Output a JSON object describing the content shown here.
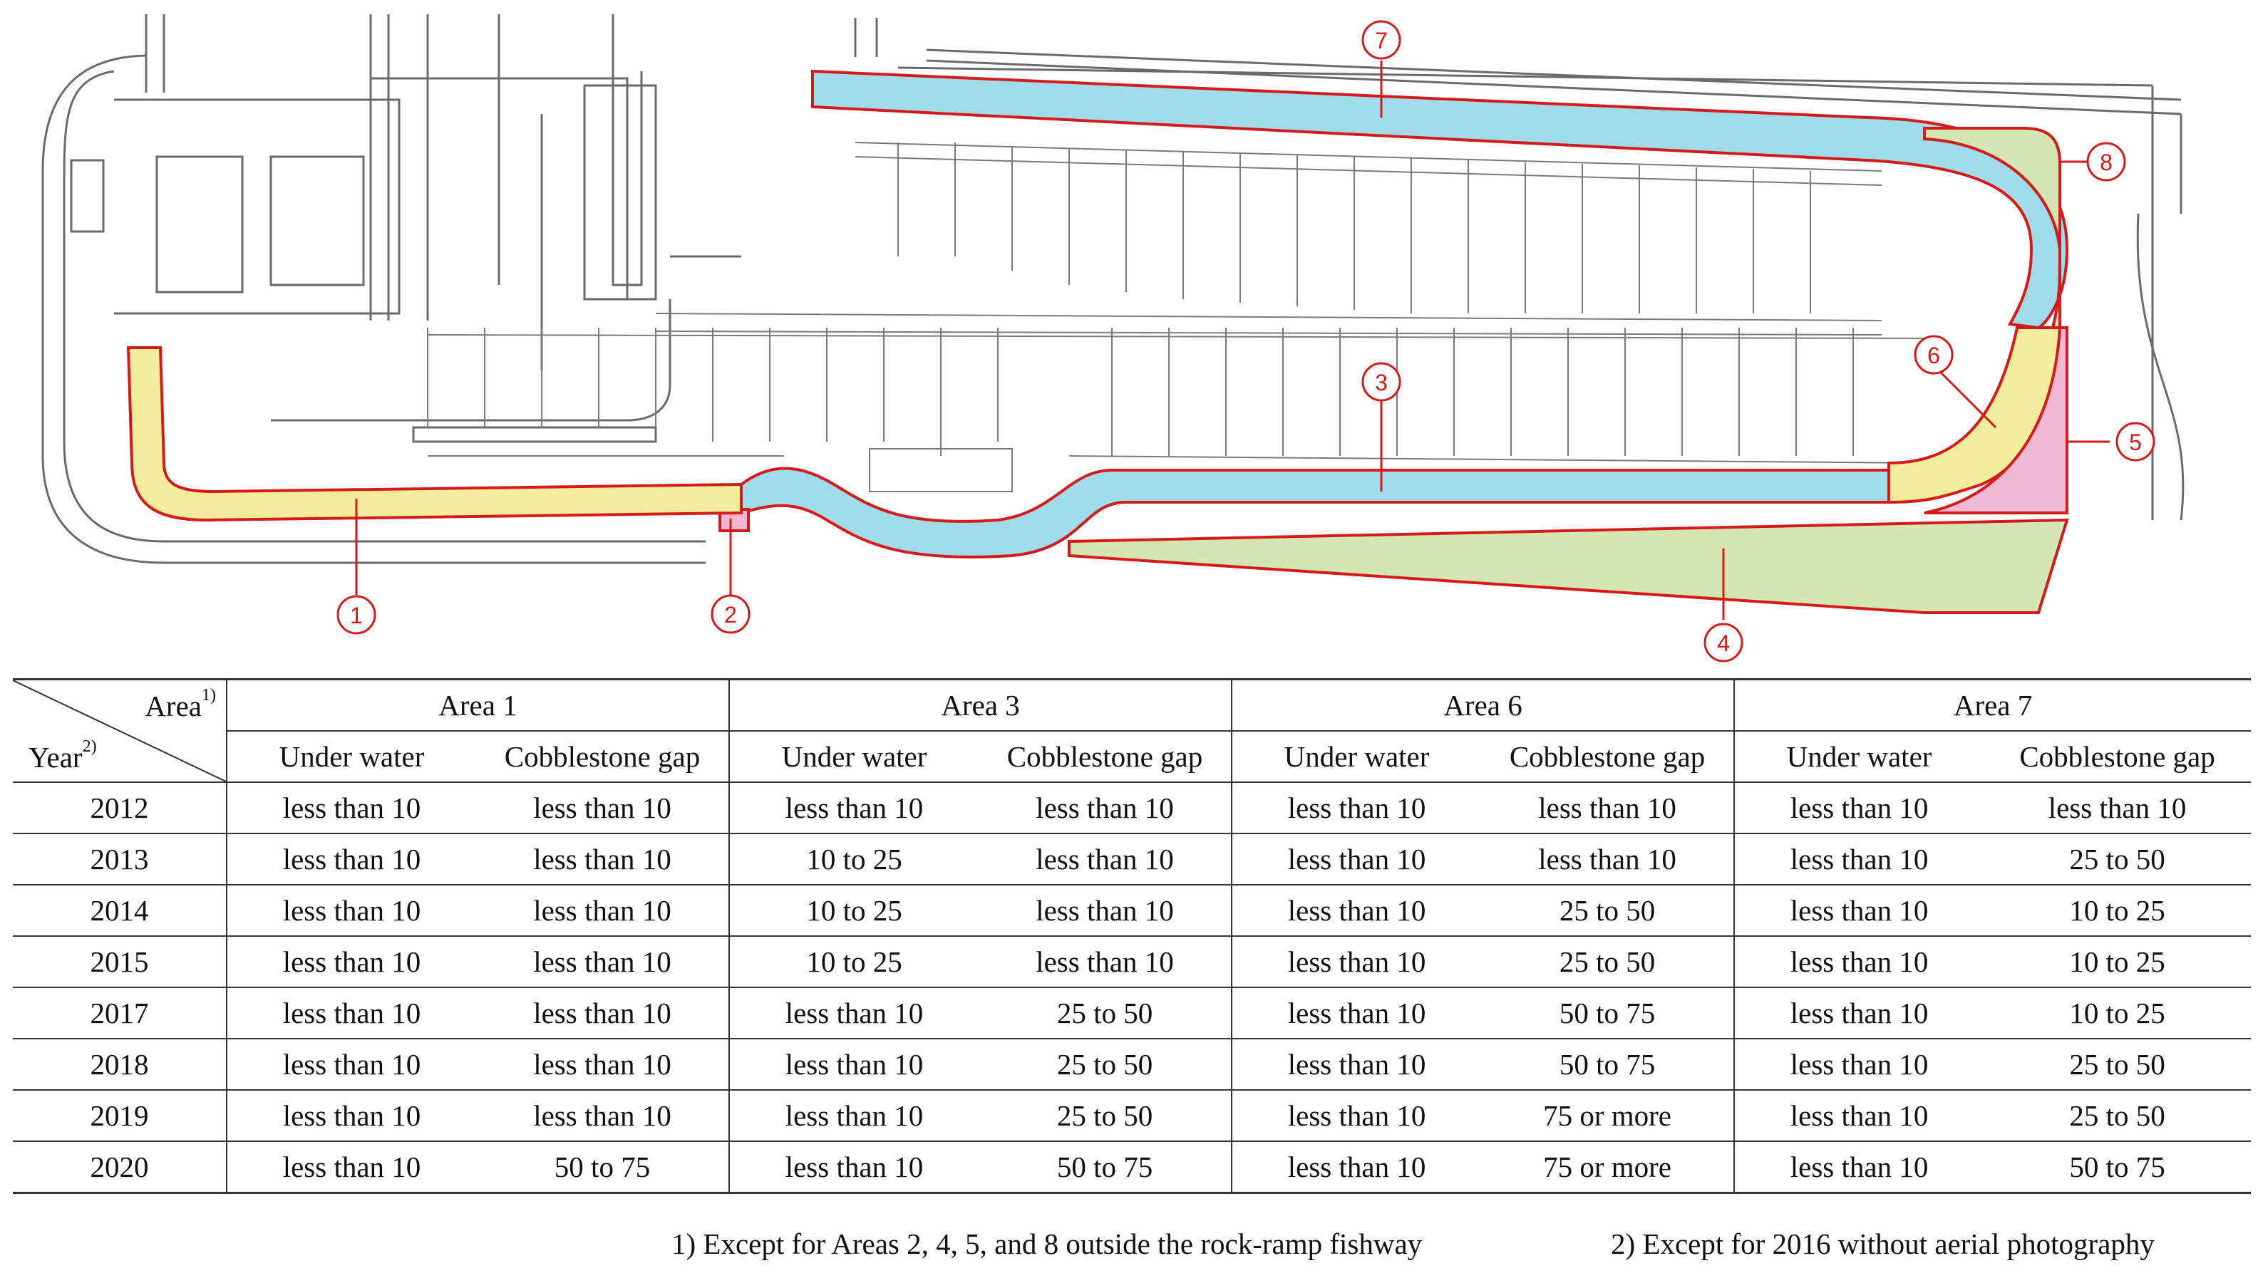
{
  "markers": [
    "1",
    "2",
    "3",
    "4",
    "5",
    "6",
    "7",
    "8"
  ],
  "colors": {
    "boundary_red": "#d41a1a",
    "area_yellow": "#f3ec9a",
    "area_blue": "#9fdbe9",
    "area_green": "#d3e6b4",
    "area_pink": "#f4b9d2",
    "line_gray": "#6a6a6a"
  },
  "table": {
    "corner_area_label": "Area",
    "corner_area_sup": "1)",
    "corner_year_label": "Year",
    "corner_year_sup": "2)",
    "areas": [
      "Area 1",
      "Area 3",
      "Area 6",
      "Area 7"
    ],
    "subheaders": [
      "Under water",
      "Cobblestone gap"
    ],
    "rows": [
      {
        "year": "2012",
        "cells": [
          "less than 10",
          "less than 10",
          "less than 10",
          "less than 10",
          "less than 10",
          "less than 10",
          "less than 10",
          "less than 10"
        ]
      },
      {
        "year": "2013",
        "cells": [
          "less than 10",
          "less than 10",
          "10 to 25",
          "less than 10",
          "less than 10",
          "less than 10",
          "less than 10",
          "25 to 50"
        ]
      },
      {
        "year": "2014",
        "cells": [
          "less than 10",
          "less than 10",
          "10 to 25",
          "less than 10",
          "less than 10",
          "25 to 50",
          "less than 10",
          "10 to 25"
        ]
      },
      {
        "year": "2015",
        "cells": [
          "less than 10",
          "less than 10",
          "10 to 25",
          "less than 10",
          "less than 10",
          "25 to 50",
          "less than 10",
          "10 to 25"
        ]
      },
      {
        "year": "2017",
        "cells": [
          "less than 10",
          "less than 10",
          "less than 10",
          "25 to 50",
          "less than 10",
          "50 to 75",
          "less than 10",
          "10 to 25"
        ]
      },
      {
        "year": "2018",
        "cells": [
          "less than 10",
          "less than 10",
          "less than 10",
          "25 to 50",
          "less than 10",
          "50 to 75",
          "less than 10",
          "25 to 50"
        ]
      },
      {
        "year": "2019",
        "cells": [
          "less than 10",
          "less than 10",
          "less than 10",
          "25 to 50",
          "less than 10",
          "75 or more",
          "less than 10",
          "25 to 50"
        ]
      },
      {
        "year": "2020",
        "cells": [
          "less than 10",
          "50 to 75",
          "less than 10",
          "50 to 75",
          "less than 10",
          "75 or more",
          "less than 10",
          "50 to 75"
        ]
      }
    ]
  },
  "notes": [
    "1) Except for Areas 2, 4, 5, and 8 outside the rock-ramp fishway",
    "2) Except for 2016 without aerial photography"
  ]
}
